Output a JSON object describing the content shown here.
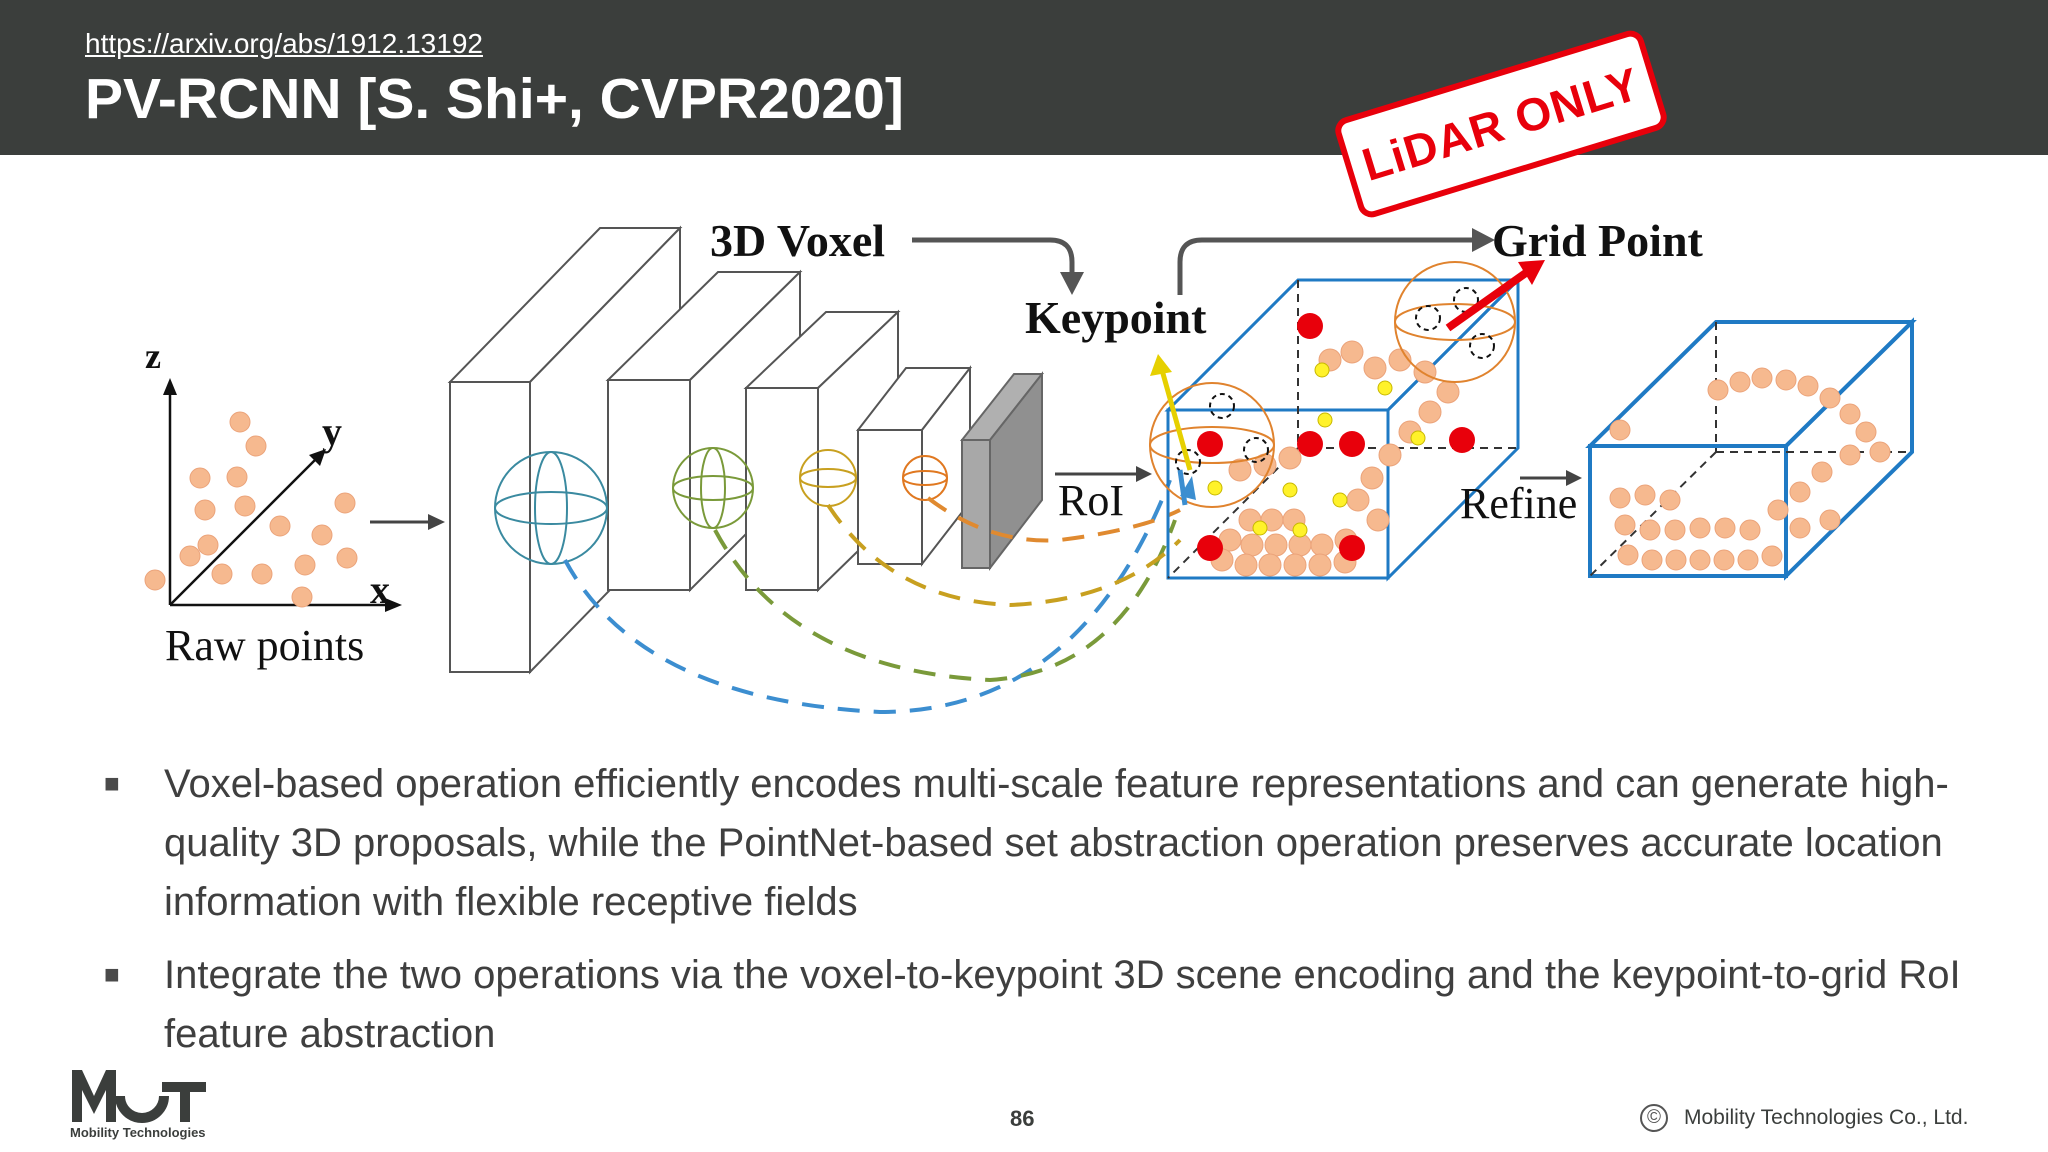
{
  "header": {
    "url": "https://arxiv.org/abs/1912.13192",
    "title": "PV-RCNN [S. Shi+, CVPR2020]"
  },
  "stamp": {
    "text": "LiDAR ONLY"
  },
  "diagram": {
    "labels": {
      "z": "z",
      "y": "y",
      "x": "x",
      "raw_points": "Raw points",
      "voxel": "3D Voxel",
      "keypoint": "Keypoint",
      "grid_point": "Grid Point",
      "roi": "RoI",
      "refine": "Refine"
    }
  },
  "bullets": [
    "Voxel-based operation efficiently encodes multi-scale feature representations and can generate high-quality 3D proposals, while the PointNet-based set abstraction operation preserves accurate location information with flexible receptive fields",
    "Integrate the two operations via the voxel-to-keypoint 3D scene encoding and the keypoint-to-grid RoI feature abstraction"
  ],
  "footer": {
    "logo_text": "Mobility Technologies",
    "page_number": "86",
    "copyright_symbol": "©",
    "copyright": "Mobility Technologies Co., Ltd."
  },
  "colors": {
    "header_bg": "#3b3e3c",
    "stamp_red": "#e8000b",
    "point_orange": "#f6b98f",
    "box_blue": "#1f7ac4"
  }
}
